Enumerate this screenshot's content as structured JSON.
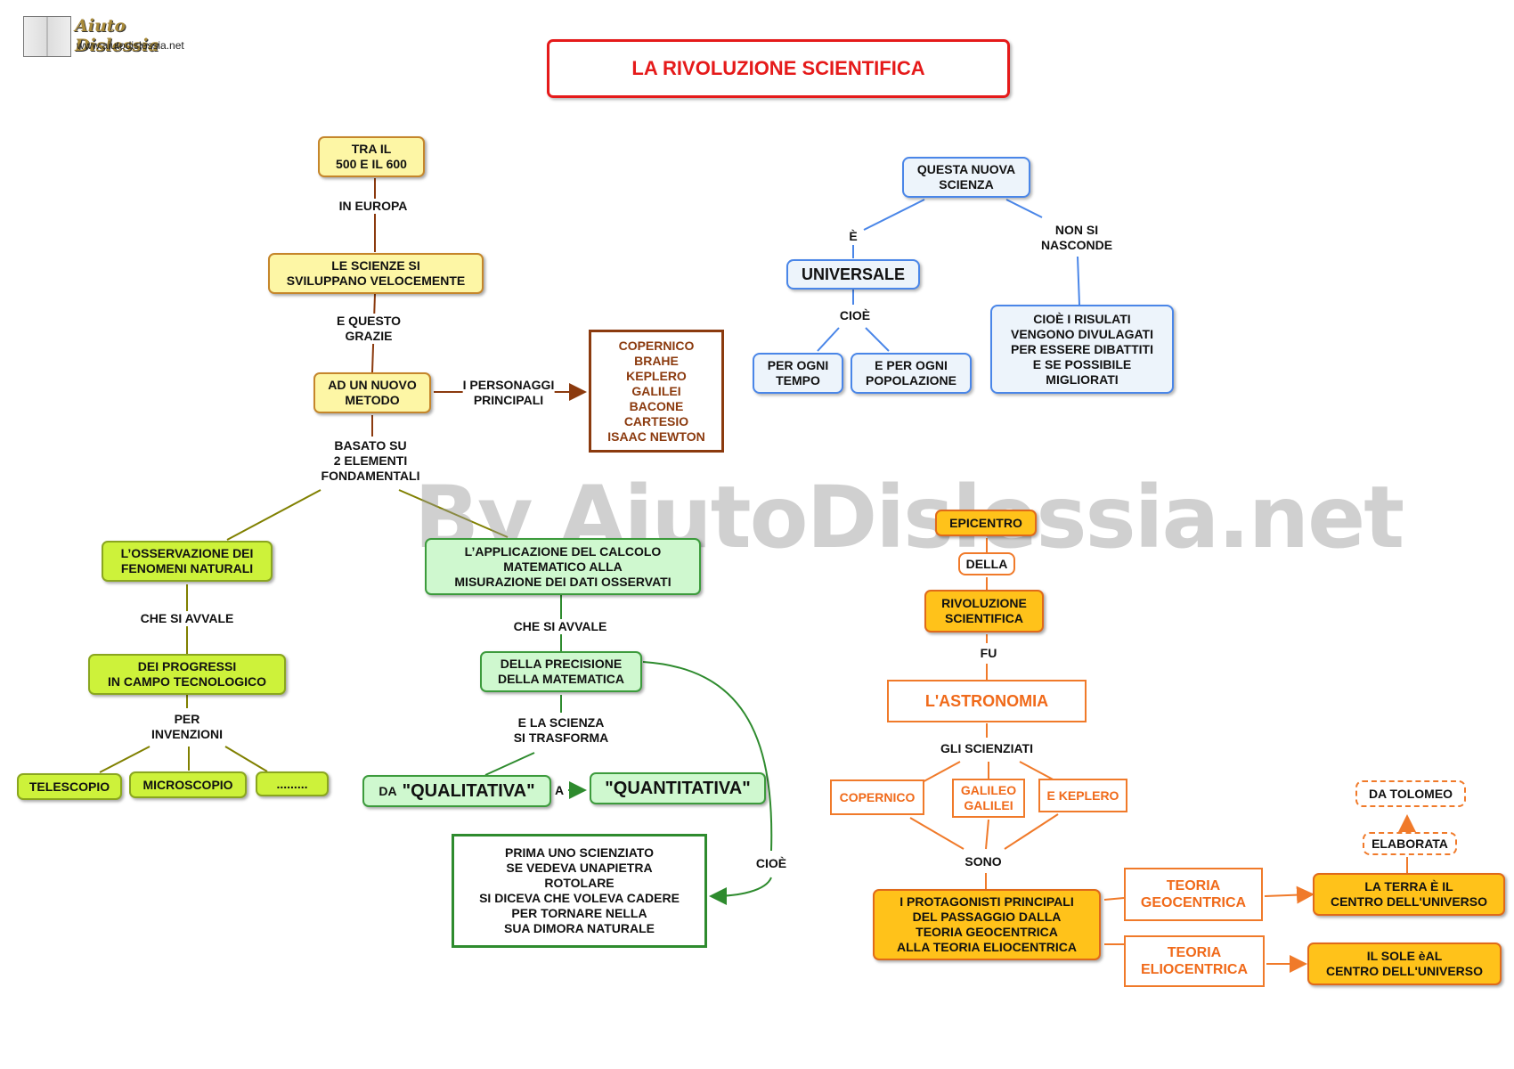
{
  "logo": {
    "brand": "Aiuto Dislessia",
    "url": "www.aiutodislessia.net"
  },
  "title": "LA RIVOLUZIONE SCIENTIFICA",
  "watermark": "By AiutoDislessia.net",
  "colors": {
    "title_red": "#e51a1a",
    "blue": "#4a86e8",
    "orange": "#f07a2a",
    "green": "#2e8b2e",
    "brown": "#8b3a0e",
    "olive": "#808000"
  },
  "nodes": {
    "tra500": "TRA IL\n500 E IL 600",
    "scienze": "LE SCIENZE SI\nSVILUPPANO VELOCEMENTE",
    "metodo": "AD UN NUOVO\nMETODO",
    "personaggi": "COPERNICO\nBRAHE\nKEPLERO\nGALILEI\nBACONE\nCARTESIO\nISAAC NEWTON",
    "osservazione": "L’OSSERVAZIONE DEI\nFENOMENI NATURALI",
    "progressi": "DEI PROGRESSI\nIN CAMPO TECNOLOGICO",
    "telescopio": "TELESCOPIO",
    "microscopio": "MICROSCOPIO",
    "altro": ".........",
    "applicazione": "L’APPLICAZIONE DEL CALCOLO\nMATEMATICO ALLA\nMISURAZIONE DEI DATI OSSERVATI",
    "precisione": "DELLA PRECISIONE\nDELLA MATEMATICA",
    "qualitativa_da": "DA",
    "qualitativa": "\"QUALITATIVA\"",
    "quantitativa": "\"QUANTITATIVA\"",
    "prima": "PRIMA UNO SCIENZIATO\nSE VEDEVA UNAPIETRA\nROTOLARE\nSI DICEVA CHE VOLEVA CADERE\nPER TORNARE NELLA\nSUA DIMORA NATURALE",
    "nuova_scienza": "QUESTA NUOVA\nSCIENZA",
    "universale": "UNIVERSALE",
    "ogni_tempo": "PER OGNI\nTEMPO",
    "ogni_popolazione": "E PER OGNI\nPOPOLAZIONE",
    "risultati": "CIOÈ I RISULATI\nVENGONO DIVULAGATI\nPER ESSERE DIBATTITI\nE SE POSSIBILE\nMIGLIORATI",
    "epicentro": "EPICENTRO",
    "della": "DELLA",
    "rivoluzione": "RIVOLUZIONE\nSCIENTIFICA",
    "astronomia": "L'ASTRONOMIA",
    "copernico": "COPERNICO",
    "galileo": "GALILEO\nGALILEI",
    "keplero": "E KEPLERO",
    "protagonisti": "I PROTAGONISTI PRINCIPALI\nDEL PASSAGGIO DALLA\nTEORIA GEOCENTRICA\nALLA TEORIA ELIOCENTRICA",
    "geocentrica": "TEORIA\nGEOCENTRICA",
    "eliocentrica": "TEORIA\nELIOCENTRICA",
    "terra_centro": "LA TERRA È IL\nCENTRO DELL'UNIVERSO",
    "sole_centro": "IL SOLE èAL\nCENTRO DELL'UNIVERSO",
    "tolomeo": "DA TOLOMEO",
    "elaborata": "ELABORATA"
  },
  "labels": {
    "in_europa": "IN EUROPA",
    "e_questo_grazie": "E QUESTO\nGRAZIE",
    "personaggi_principali": "I PERSONAGGI\nPRINCIPALI",
    "basato_su": "BASATO SU\n2 ELEMENTI\nFONDAMENTALI",
    "che_si_avvale_1": "CHE SI AVVALE",
    "per_invenzioni": "PER\nINVENZIONI",
    "che_si_avvale_2": "CHE SI AVVALE",
    "e_la_scienza": "E LA SCIENZA\nSI TRASFORMA",
    "a": "A",
    "cioe_green": "CIOÈ",
    "e_accent": "È",
    "non_si_nasconde": "NON SI\nNASCONDE",
    "cioe_blue": "CIOÈ",
    "fu": "FU",
    "gli_scienziati": "GLI SCIENZIATI",
    "sono": "SONO"
  }
}
